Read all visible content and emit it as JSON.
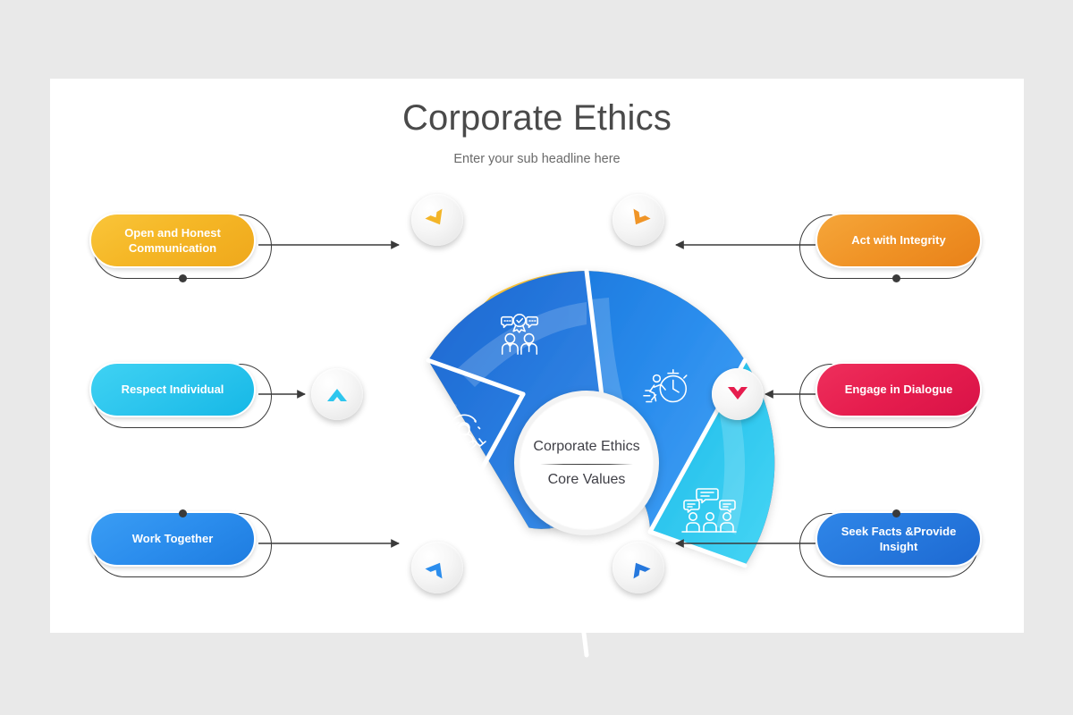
{
  "slide": {
    "title": "Corporate Ethics",
    "subtitle": "Enter your sub headline here",
    "background_color": "#e9e9e9",
    "canvas_color": "#ffffff"
  },
  "center": {
    "top_line": "Corporate Ethics",
    "bottom_line": "Core Values"
  },
  "segments": [
    {
      "id": "open-and-honest-communication",
      "label": "Open and Honest Communication",
      "color": "#f5b726",
      "color_name": "amber",
      "icon": "people-speech-award-icon",
      "side": "left",
      "row": 1,
      "badge_icon": "chevron-badge-icon",
      "badge_rotation_deg": 60
    },
    {
      "id": "act-with-integrity",
      "label": "Act with Integrity",
      "color": "#f09326",
      "color_name": "orange",
      "icon": "stopwatch-runner-icon",
      "side": "right",
      "row": 1,
      "badge_icon": "chevron-badge-icon",
      "badge_rotation_deg": 120
    },
    {
      "id": "respect-individual",
      "label": "Respect Individual",
      "color": "#2ec6ee",
      "color_name": "cyan",
      "icon": "hands-person-care-icon",
      "side": "left",
      "row": 2,
      "badge_icon": "chevron-badge-icon",
      "badge_rotation_deg": 0
    },
    {
      "id": "engage-in-dialogue",
      "label": "Engage in Dialogue",
      "color": "#e61d4e",
      "color_name": "crimson",
      "icon": "meeting-chat-bubbles-icon",
      "side": "right",
      "row": 2,
      "badge_icon": "chevron-badge-icon",
      "badge_rotation_deg": 180
    },
    {
      "id": "work-together",
      "label": "Work Together",
      "color": "#2b8ded",
      "color_name": "blue",
      "icon": "team-ideas-lightbulb-icon",
      "side": "left",
      "row": 3,
      "badge_icon": "chevron-badge-icon",
      "badge_rotation_deg": 300
    },
    {
      "id": "seek-facts-provide-insight",
      "label": "Seek Facts &Provide Insight",
      "color": "#2678dd",
      "color_name": "royal",
      "icon": "fun-fact-lightbulb-icon",
      "side": "right",
      "row": 3,
      "badge_icon": "chevron-badge-icon",
      "badge_rotation_deg": 240
    }
  ],
  "connectors": {
    "color": "#3a3a3a",
    "style": "thin-line-with-arrowhead",
    "count": 6
  }
}
